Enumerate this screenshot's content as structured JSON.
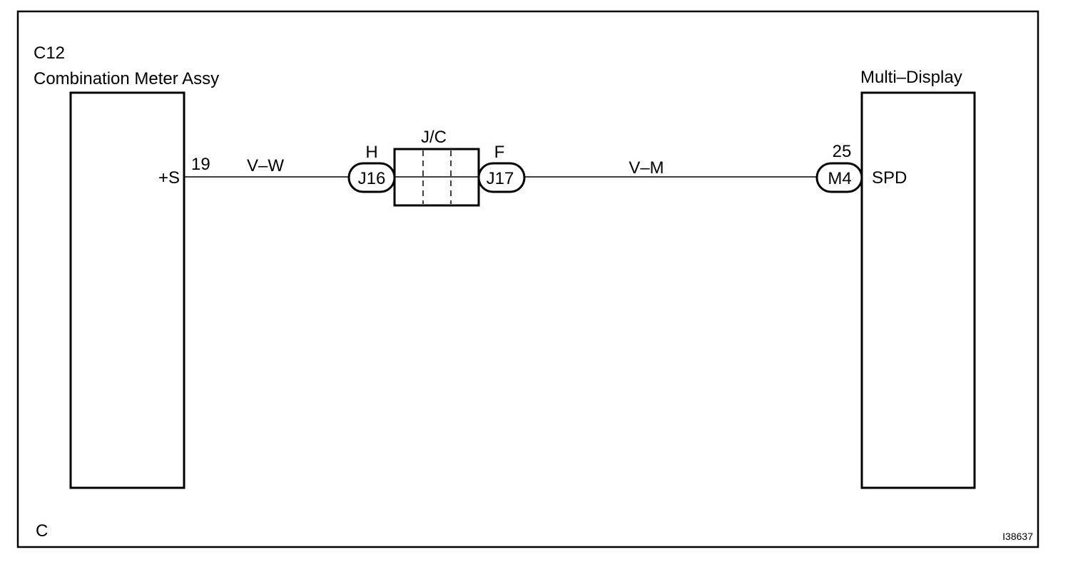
{
  "diagram": {
    "left_component": {
      "code": "C12",
      "name": "Combination Meter Assy",
      "terminal_label": "+S",
      "pin": "19"
    },
    "right_component": {
      "name": "Multi–Display",
      "terminal_label": "SPD",
      "pin": "25"
    },
    "junction": {
      "label": "J/C",
      "left_pin": "H",
      "right_pin": "F"
    },
    "connectors": {
      "j16": "J16",
      "j17": "J17",
      "m4": "M4"
    },
    "wires": {
      "left": "V–W",
      "right": "V–M"
    },
    "corner_letter": "C",
    "figure_id": "I38637"
  }
}
